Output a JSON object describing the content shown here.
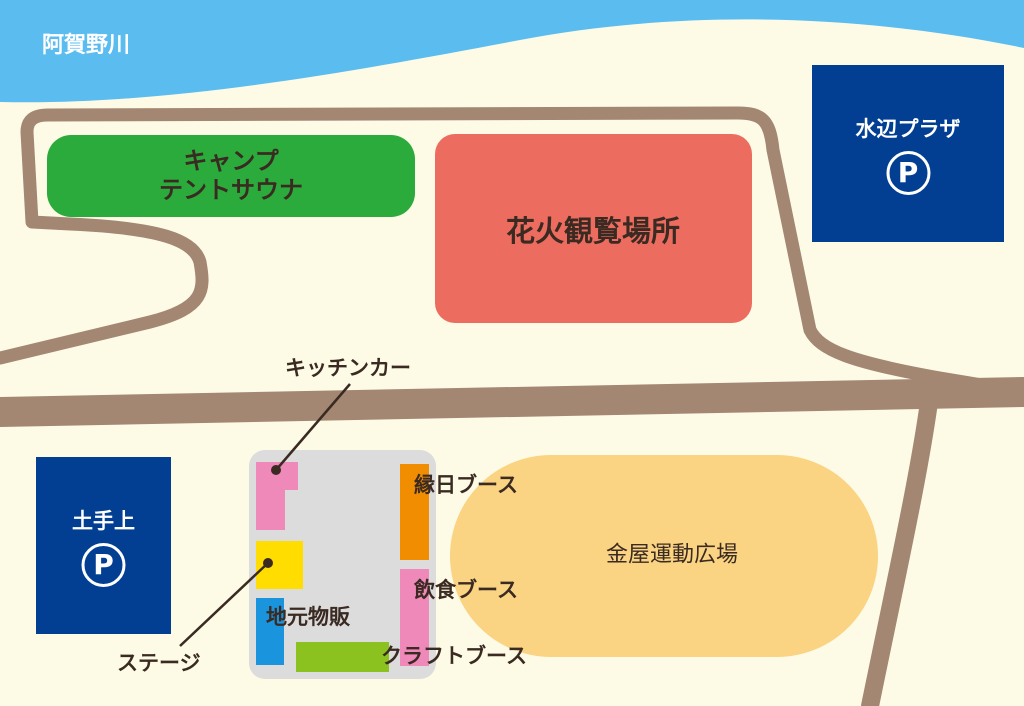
{
  "river": {
    "label": "阿賀野川",
    "color": "#5bbcf0"
  },
  "colors": {
    "ground": "#fdfbe6",
    "road": "#a38773",
    "parking": "#023f92",
    "text": "#3a2a22"
  },
  "areas": {
    "camp": {
      "line1": "キャンプ",
      "line2": "テントサウナ",
      "color": "#2aab3c"
    },
    "fireworks": {
      "label": "花火観覧場所",
      "color": "#ec6d5f"
    },
    "sports_ground": {
      "label": "金屋運動広場",
      "color": "#fad482"
    },
    "event_zone": {
      "color": "#dcdcdc"
    }
  },
  "parking": {
    "mizube": {
      "label": "水辺プラザ",
      "symbol": "P"
    },
    "dotegami": {
      "label": "土手上",
      "symbol": "P"
    }
  },
  "booths": {
    "kitchen_car": {
      "label": "キッチンカー",
      "color": "#ef89b9"
    },
    "stage": {
      "label": "ステージ",
      "color": "#ffdd00"
    },
    "local_goods": {
      "label": "地元物販",
      "color": "#1a94dd"
    },
    "craft": {
      "label": "クラフトブース",
      "color": "#8cc220"
    },
    "ennichi": {
      "label": "縁日ブース",
      "color": "#f08d00"
    },
    "food": {
      "label": "飲食ブース",
      "color": "#ef89b9"
    }
  }
}
